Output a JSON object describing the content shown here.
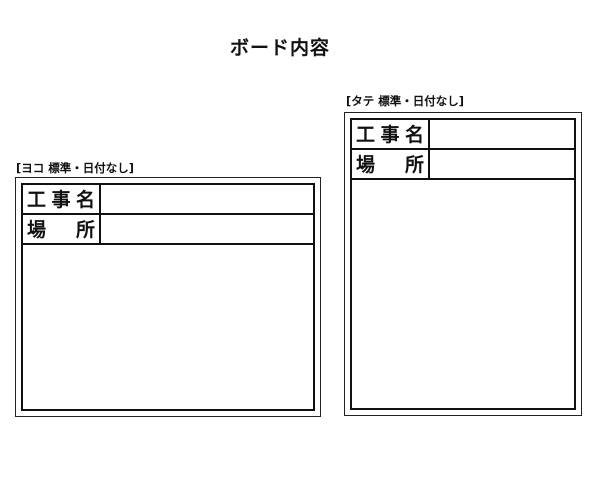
{
  "title": "ボード内容",
  "boards": [
    {
      "caption": "[ヨコ 標準・日付なし]",
      "fields": [
        {
          "label_chars": [
            "工",
            "事",
            "名"
          ],
          "value": ""
        },
        {
          "label_chars": [
            "場",
            "所"
          ],
          "value": ""
        }
      ]
    },
    {
      "caption": "[タテ 標準・日付なし]",
      "fields": [
        {
          "label_chars": [
            "工",
            "事",
            "名"
          ],
          "value": ""
        },
        {
          "label_chars": [
            "場",
            "所"
          ],
          "value": ""
        }
      ]
    }
  ]
}
